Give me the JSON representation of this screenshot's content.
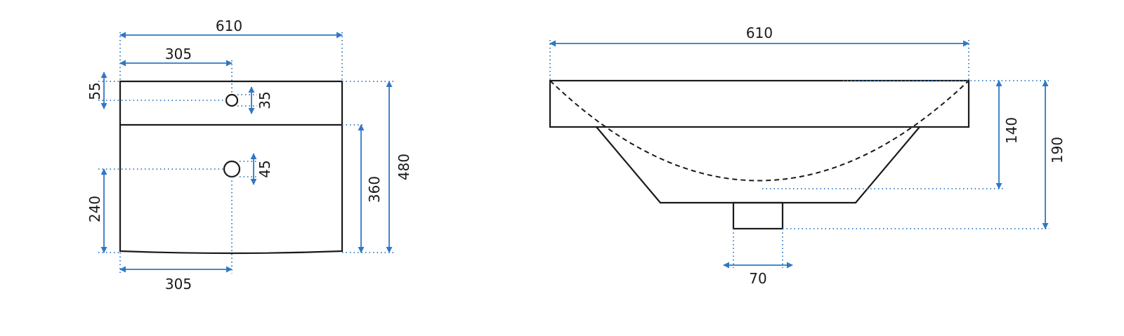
{
  "colors": {
    "outline": "#1a1a1a",
    "dimension": "#2f78c4",
    "background": "#ffffff"
  },
  "top_view": {
    "overall_width": "610",
    "tap_hole_offset": "305",
    "deck_depth": "55",
    "tap_hole_diameter": "35",
    "drain_diameter": "45",
    "drain_offset_y": "240",
    "drain_offset_x": "305",
    "bowl_depth": "360",
    "overall_depth": "480"
  },
  "side_view": {
    "overall_width": "610",
    "bowl_height": "140",
    "overall_height": "190",
    "drain_width": "70"
  }
}
